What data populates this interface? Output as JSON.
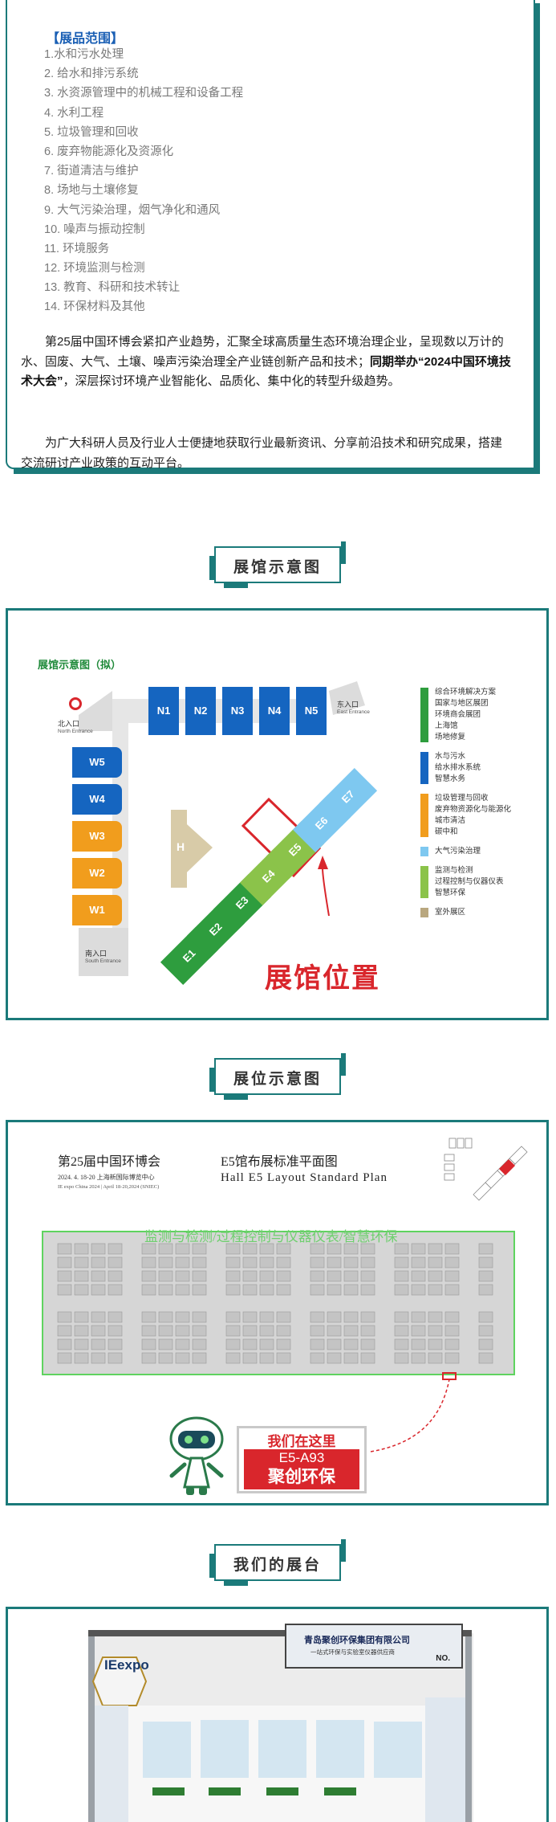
{
  "scope": {
    "title": "【展品范围】",
    "items": [
      "1.水和污水处理",
      "2. 给水和排污系统",
      "3. 水资源管理中的机械工程和设备工程",
      "4. 水利工程",
      "5. 垃圾管理和回收",
      "6. 废弃物能源化及资源化",
      "7. 街道清洁与维护",
      "8. 场地与土壤修复",
      "9. 大气污染治理，烟气净化和通风",
      "10. 噪声与振动控制",
      "11. 环境服务",
      "12. 环境监测与检测",
      "13. 教育、科研和技术转让",
      "14. 环保材料及其他"
    ]
  },
  "paragraphs": {
    "p1_a": "第25届中国环博会紧扣产业趋势，汇聚全球高质量生态环境治理企业，呈现数以万计的水、固废、大气、土壤、噪声污染治理全产业链创新产品和技术；",
    "p1_b": "同期举办“2024中国环境技术大会”",
    "p1_c": "，深层探讨环境产业智能化、品质化、集中化的转型升级趋势。",
    "p2": "为广大科研人员及行业人士便捷地获取行业最新资讯、分享前沿技术和研究成果，搭建交流研讨产业政策的互动平台。"
  },
  "sections": {
    "hall_map": "展馆示意图",
    "booth_map": "展位示意图",
    "our_booth": "我们的展台"
  },
  "hall_map": {
    "title": "展馆示意图（拟）",
    "north_entrance": "北入口",
    "north_entrance_en": "North Entrance",
    "east_entrance": "东入口",
    "east_entrance_en": "East Entrance",
    "south_entrance": "南入口",
    "south_entrance_en": "South Entrance",
    "north_halls": [
      "N1",
      "N2",
      "N3",
      "N4",
      "N5"
    ],
    "west_halls": [
      "W5",
      "W4",
      "W3",
      "W2",
      "W1"
    ],
    "east_halls": [
      "E1",
      "E2",
      "E3",
      "E4",
      "E5",
      "E6",
      "E7"
    ],
    "h_hall": "H",
    "location_text": "展馆位置",
    "legend": [
      {
        "color": "#2e9d3e",
        "lines": [
          "综合环境解决方案",
          "国家与地区展团",
          "环境商会展团",
          "上海馆",
          "场地修复"
        ]
      },
      {
        "color": "#1565c0",
        "lines": [
          "水与污水",
          "给水排水系统",
          "智慧水务"
        ]
      },
      {
        "color": "#f19d1d",
        "lines": [
          "垃圾管理与回收",
          "废弃物资源化与能源化",
          "城市清洁",
          "碳中和"
        ]
      },
      {
        "color": "#7ec8f0",
        "lines": [
          "大气污染治理"
        ]
      },
      {
        "color": "#8bc34a",
        "lines": [
          "监测与检测",
          "过程控制与仪器仪表",
          "智慧环保"
        ]
      },
      {
        "color": "#b9a77f",
        "lines": [
          "室外展区"
        ]
      }
    ]
  },
  "floor_plan": {
    "event_title": "第25届中国环博会",
    "event_date_cn": "2024. 4. 18-20  上海新国际博览中心",
    "event_date_en": "IE expo China 2024 | April 18-20,2024 (SNIEC)",
    "plan_title_cn": "E5馆布展标准平面图",
    "plan_title_en": "Hall E5 Layout Standard Plan",
    "zone_label": "监测与检测/过程控制与仪器仪表/智慧环保",
    "here_title": "我们在这里",
    "booth_no": "E5-A93",
    "company_short": "聚创环保"
  },
  "booth": {
    "company": "青岛聚创环保集团有限公司",
    "slogan": "一站式环保与实验室仪器供应商",
    "no_label": "NO.",
    "logo": "IEexpo"
  }
}
